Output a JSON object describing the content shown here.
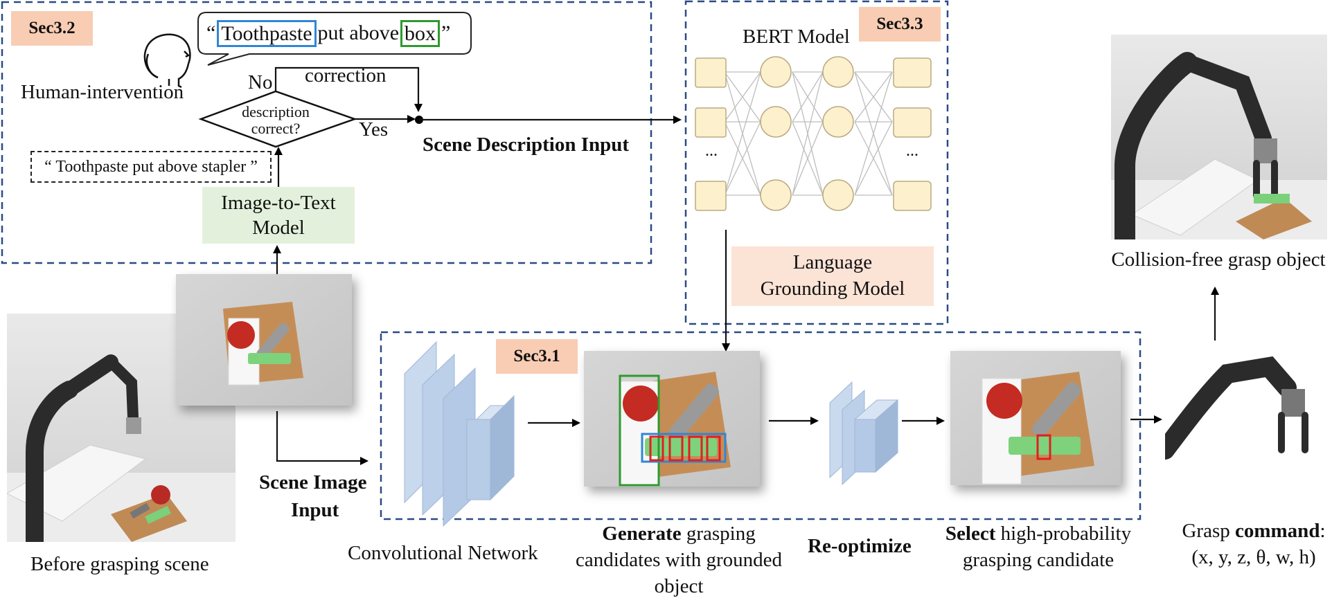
{
  "sections": {
    "sec32": "Sec3.2",
    "sec33": "Sec3.3",
    "sec31": "Sec3.1"
  },
  "human": {
    "label": "Human-intervention",
    "speech_open": "“",
    "speech_word1": "Toothpaste",
    "speech_mid": "put above",
    "speech_word2": "box",
    "speech_close": "”"
  },
  "decision": {
    "line1": "description",
    "line2": "correct?",
    "no": "No",
    "yes": "Yes",
    "correction": "correction"
  },
  "generated_caption": "“ Toothpaste put above stapler ”",
  "image_to_text": {
    "line1": "Image-to-Text",
    "line2": "Model"
  },
  "scene_description_input": "Scene Description Input",
  "bert": {
    "title": "BERT Model",
    "dots_left": "...",
    "dots_right": "..."
  },
  "language_grounding": {
    "line1": "Language",
    "line2": "Grounding Model"
  },
  "scene_image_input": {
    "line1": "Scene Image",
    "line2": "Input"
  },
  "captions": {
    "before": "Before grasping scene",
    "conv": "Convolutional Network",
    "generate_bold": "Generate",
    "generate_rest1": " grasping",
    "generate_rest2": "candidates with grounded",
    "generate_rest3": "object",
    "reoptimize": "Re-optimize",
    "select_bold": "Select",
    "select_rest1": " high-probability",
    "select_rest2": "grasping candidate",
    "grasp_cmd_pre": "Grasp ",
    "grasp_cmd_bold": "command",
    "grasp_cmd_post": ":",
    "grasp_params": "(x, y, z, θ, w, h)",
    "collision_free": "Collision-free grasp object"
  },
  "colors": {
    "dashed_border": "#2a4a86",
    "tag_fill": "#f8cdb4",
    "node_fill": "#fdf0cc",
    "cnn_fill": "#b7cce6",
    "blue_box": "#2f86d6",
    "green_box": "#2e9a2e",
    "red_box": "#e02020"
  },
  "icons": [
    "human-head-icon",
    "robot-arm-icon",
    "apple-icon",
    "toothpaste-icon",
    "stapler-icon"
  ]
}
